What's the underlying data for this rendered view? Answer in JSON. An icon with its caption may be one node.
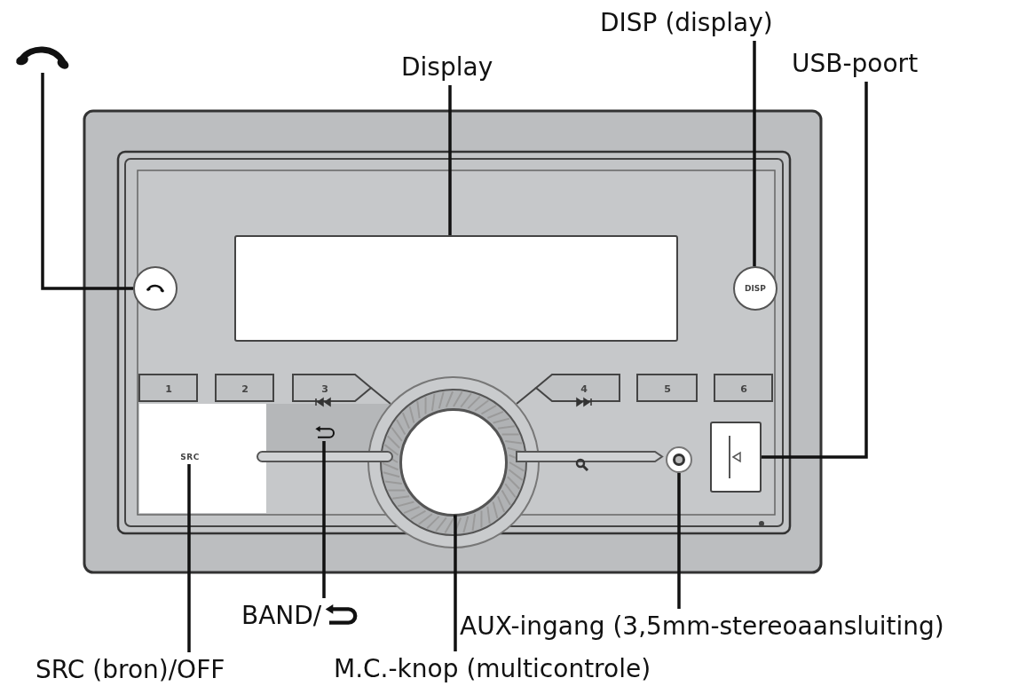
{
  "diagram": {
    "nodes": [
      {
        "text": [],
        "shape": "picture"
      },
      {
        "text": [
          "Display"
        ]
      },
      {
        "text": [
          "DISP (display)"
        ]
      },
      {
        "text": [
          "USB-poort"
        ]
      },
      {
        "text": [
          "BAND/"
        ]
      },
      {
        "text": [
          "AUX-ingang (3,5mm-stereoaansluiting)"
        ]
      },
      {
        "text": [
          "SRC (bron)/OFF"
        ]
      },
      {
        "text": [
          "M.C.-knop (multicontrole)"
        ]
      },
      {
        "text": [],
        "shape": "circle"
      },
      {
        "text": [],
        "shape": "box"
      },
      {
        "text": [
          "DISP"
        ]
      },
      {
        "text": [],
        "shape": "box"
      },
      {
        "text": [],
        "shape": "picture"
      },
      {
        "text": [],
        "shape": "circle"
      },
      {
        "text": [
          "SRC"
        ]
      },
      {
        "text": [],
        "shape": "circle"
      }
    ],
    "edges": [
      {
        "from": 0,
        "to": 8,
        "arrow": "none"
      },
      {
        "from": 1,
        "to": 9,
        "arrow": "none"
      },
      {
        "from": 2,
        "to": 10,
        "arrow": "none"
      },
      {
        "from": 3,
        "to": 11,
        "arrow": "none"
      },
      {
        "from": 4,
        "to": 12,
        "arrow": "none"
      },
      {
        "from": 5,
        "to": 13,
        "arrow": "none"
      },
      {
        "from": 6,
        "to": 14,
        "arrow": "none"
      },
      {
        "from": 7,
        "to": 15,
        "arrow": "none"
      }
    ],
    "labels": [
      "1",
      "2",
      "3",
      "4",
      "5",
      "6"
    ]
  }
}
